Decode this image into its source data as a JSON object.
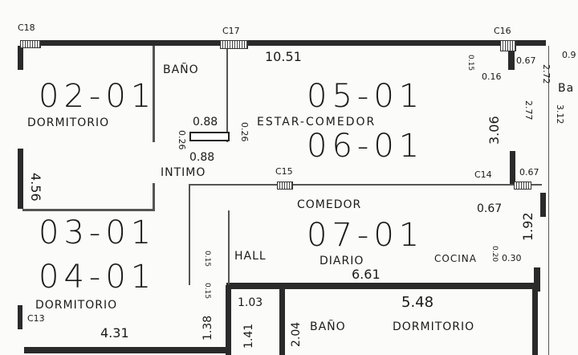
{
  "columns": [
    "C18",
    "C17",
    "C16",
    "C15",
    "C14",
    "C13"
  ],
  "units": {
    "u0201": "02-01",
    "u0501": "05-01",
    "u0601": "06-01",
    "u0301": "03-01",
    "u0401": "04-01",
    "u0701": "07-01"
  },
  "rooms": {
    "bano_top": "BAÑO",
    "dormitorio_1": "DORMITORIO",
    "estar_comedor": "ESTAR-COMEDOR",
    "intimo": "INTIMO",
    "comedor": "COMEDOR",
    "diario": "DIARIO",
    "cocina": "COCINA",
    "hall": "HALL",
    "dormitorio_2": "DORMITORIO",
    "bano_bottom": "BAÑO",
    "dormitorio_3": "DORMITORIO",
    "right_edge": "Ba"
  },
  "dimensions": {
    "d1051": "10.51",
    "d088a": "0.88",
    "d088b": "0.88",
    "d026a": "0.26",
    "d026b": "0.26",
    "d456": "4.56",
    "d306": "3.06",
    "d016": "0.16",
    "d015top": "0.15",
    "d067a": "0.67",
    "d067b": "0.67",
    "d067c": "0.67",
    "d272": "2.72",
    "d277": "2.77",
    "d312": "3.12",
    "d192": "1.92",
    "d030": "0.30",
    "d020": "0.20",
    "d661": "6.61",
    "d548": "5.48",
    "d431": "4.31",
    "d138": "1.38",
    "d141": "1.41",
    "d103": "1.03",
    "d015a": "0.15",
    "d015b": "0.15",
    "d204": "2.04",
    "d09": "0.9"
  }
}
